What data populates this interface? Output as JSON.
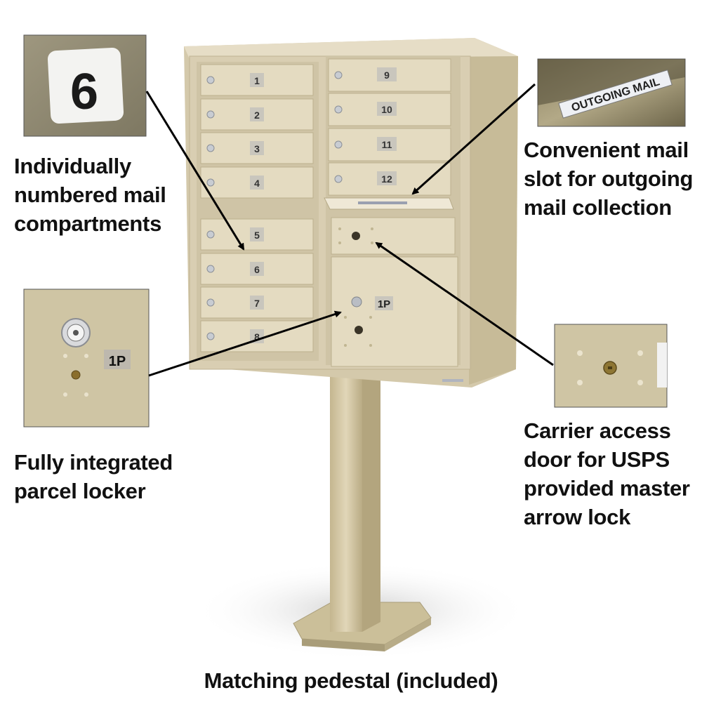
{
  "captions": {
    "numbered": [
      "Individually",
      "numbered mail",
      "compartments"
    ],
    "outgoing": [
      "Convenient mail",
      "slot for outgoing",
      "mail collection"
    ],
    "parcel": [
      "Fully integrated",
      "parcel locker"
    ],
    "carrier": [
      "Carrier access",
      "door for USPS",
      "provided master",
      "arrow lock"
    ],
    "pedestal": "Matching pedestal (included)"
  },
  "insets": {
    "number_plate": "6",
    "outgoing_label": "OUTGOING MAIL",
    "parcel_label": "1P"
  },
  "compartments": {
    "left": [
      "1",
      "2",
      "3",
      "4",
      "5",
      "6",
      "7",
      "8"
    ],
    "right": [
      "9",
      "10",
      "11",
      "12"
    ],
    "parcel": "1P"
  },
  "colors": {
    "cabinet": "#d9ceb2",
    "cabinet_shadow": "#c2b693",
    "door": "#e4dbc1",
    "arrow": "#000000",
    "caption_text": "#111111"
  }
}
